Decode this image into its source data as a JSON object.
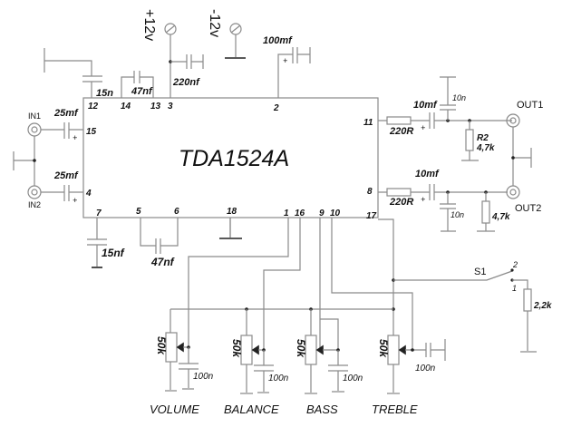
{
  "title": "TDA1524A tone/volume control schematic",
  "ic": {
    "name": "TDA1524A",
    "pins_top": [
      "12",
      "14",
      "13",
      "3",
      "2"
    ],
    "pins_left": [
      "15",
      "4"
    ],
    "pins_right": [
      "11",
      "8",
      "17"
    ],
    "pins_bottom": [
      "7",
      "5",
      "6",
      "18",
      "1",
      "16",
      "9",
      "10"
    ]
  },
  "supply": {
    "positive": "+12v",
    "negative": "-12v"
  },
  "connectors": {
    "in1": "IN1",
    "in2": "IN2",
    "out1": "OUT1",
    "out2": "OUT2"
  },
  "components": {
    "c_pin12": "15n",
    "c_pin14_13": "47nf",
    "c_pin3": "220nf",
    "c_pin2": "100mf",
    "c_in1": "25mf",
    "c_in2": "25mf",
    "c_pin7": "15nf",
    "c_pin5_6": "47nf",
    "r_out1": "220R",
    "r_out2": "220R",
    "c_out1": "10mf",
    "c_out2": "10mf",
    "c_out1_gnd": "10n",
    "c_out2_gnd": "10n",
    "r2_name": "R2",
    "r2_value": "4,7k",
    "r_out2_load": "4,7k",
    "switch": "S1",
    "switch_pos1": "1",
    "switch_pos2": "2",
    "r_switch": "2,2k",
    "plus": "+"
  },
  "controls": [
    {
      "label": "VOLUME",
      "pot": "50k",
      "cap": "100n"
    },
    {
      "label": "BALANCE",
      "pot": "50k",
      "cap": "100n"
    },
    {
      "label": "BASS",
      "pot": "50k",
      "cap": "100n"
    },
    {
      "label": "TREBLE",
      "pot": "50k",
      "cap": "100n"
    }
  ]
}
